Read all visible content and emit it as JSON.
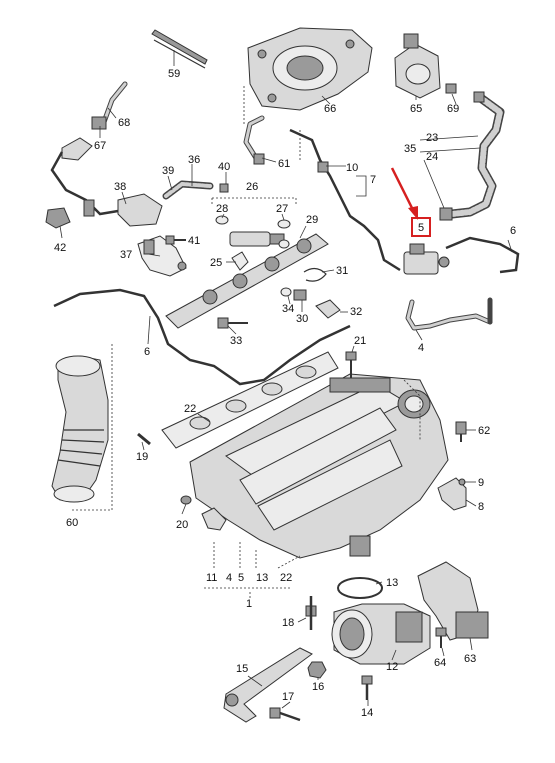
{
  "diagram": {
    "highlight_color": "#d62020",
    "callouts": [
      {
        "id": "59",
        "text": "59"
      },
      {
        "id": "68",
        "text": "68"
      },
      {
        "id": "67",
        "text": "67"
      },
      {
        "id": "66",
        "text": "66"
      },
      {
        "id": "65",
        "text": "65"
      },
      {
        "id": "69",
        "text": "69"
      },
      {
        "id": "23",
        "text": "23"
      },
      {
        "id": "35",
        "text": "35"
      },
      {
        "id": "24",
        "text": "24"
      },
      {
        "id": "36",
        "text": "36"
      },
      {
        "id": "39",
        "text": "39"
      },
      {
        "id": "40",
        "text": "40"
      },
      {
        "id": "61",
        "text": "61"
      },
      {
        "id": "10",
        "text": "10"
      },
      {
        "id": "7",
        "text": "7"
      },
      {
        "id": "38",
        "text": "38"
      },
      {
        "id": "26",
        "text": "26"
      },
      {
        "id": "28",
        "text": "28"
      },
      {
        "id": "27",
        "text": "27"
      },
      {
        "id": "29",
        "text": "29"
      },
      {
        "id": "5",
        "text": "5"
      },
      {
        "id": "6a",
        "text": "6"
      },
      {
        "id": "42",
        "text": "42"
      },
      {
        "id": "41",
        "text": "41"
      },
      {
        "id": "37",
        "text": "37"
      },
      {
        "id": "25",
        "text": "25"
      },
      {
        "id": "31",
        "text": "31"
      },
      {
        "id": "34",
        "text": "34"
      },
      {
        "id": "30",
        "text": "30"
      },
      {
        "id": "32",
        "text": "32"
      },
      {
        "id": "33",
        "text": "33"
      },
      {
        "id": "4",
        "text": "4"
      },
      {
        "id": "6b",
        "text": "6"
      },
      {
        "id": "21",
        "text": "21"
      },
      {
        "id": "22",
        "text": "22"
      },
      {
        "id": "19",
        "text": "19"
      },
      {
        "id": "62",
        "text": "62"
      },
      {
        "id": "9",
        "text": "9"
      },
      {
        "id": "8",
        "text": "8"
      },
      {
        "id": "60",
        "text": "60"
      },
      {
        "id": "20",
        "text": "20"
      },
      {
        "id": "13a",
        "text": "13"
      },
      {
        "id": "1",
        "text": "1"
      },
      {
        "id": "18",
        "text": "18"
      },
      {
        "id": "12",
        "text": "12"
      },
      {
        "id": "64",
        "text": "64"
      },
      {
        "id": "63",
        "text": "63"
      },
      {
        "id": "15",
        "text": "15"
      },
      {
        "id": "16",
        "text": "16"
      },
      {
        "id": "17",
        "text": "17"
      },
      {
        "id": "14",
        "text": "14"
      }
    ],
    "bottom_row": {
      "a": "11",
      "b": "4",
      "c": "5",
      "d": "13",
      "e": "22"
    }
  }
}
